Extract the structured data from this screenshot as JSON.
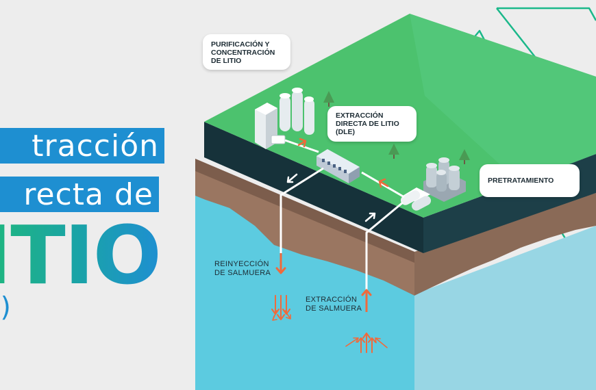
{
  "title": {
    "line1": "tracción",
    "line2": "recta de",
    "line3": "ITIO",
    "line4": ")"
  },
  "callouts": {
    "purification": [
      "PURIFICACIÓN Y",
      "CONCENTRACIÓN",
      "DE LITIO"
    ],
    "dle": [
      "EXTRACCIÓN",
      "DIRECTA DE LITIO",
      "(DLE)"
    ],
    "pretreatment": [
      "PRETRATAMIENTO"
    ]
  },
  "labels": {
    "reinjection": [
      "REINYECCIÓN",
      "DE SALMUERA"
    ],
    "extraction": [
      "EXTRACCIÓN",
      "DE SALMUERA"
    ]
  },
  "colors": {
    "grass": "#4cc26e",
    "ground_dark": "#16323a",
    "soil": "#9a7661",
    "water": "#5ccbe0",
    "arrow": "#f06a3b",
    "title_blue": "#1e8fd1",
    "outline": "#1bb88a"
  }
}
